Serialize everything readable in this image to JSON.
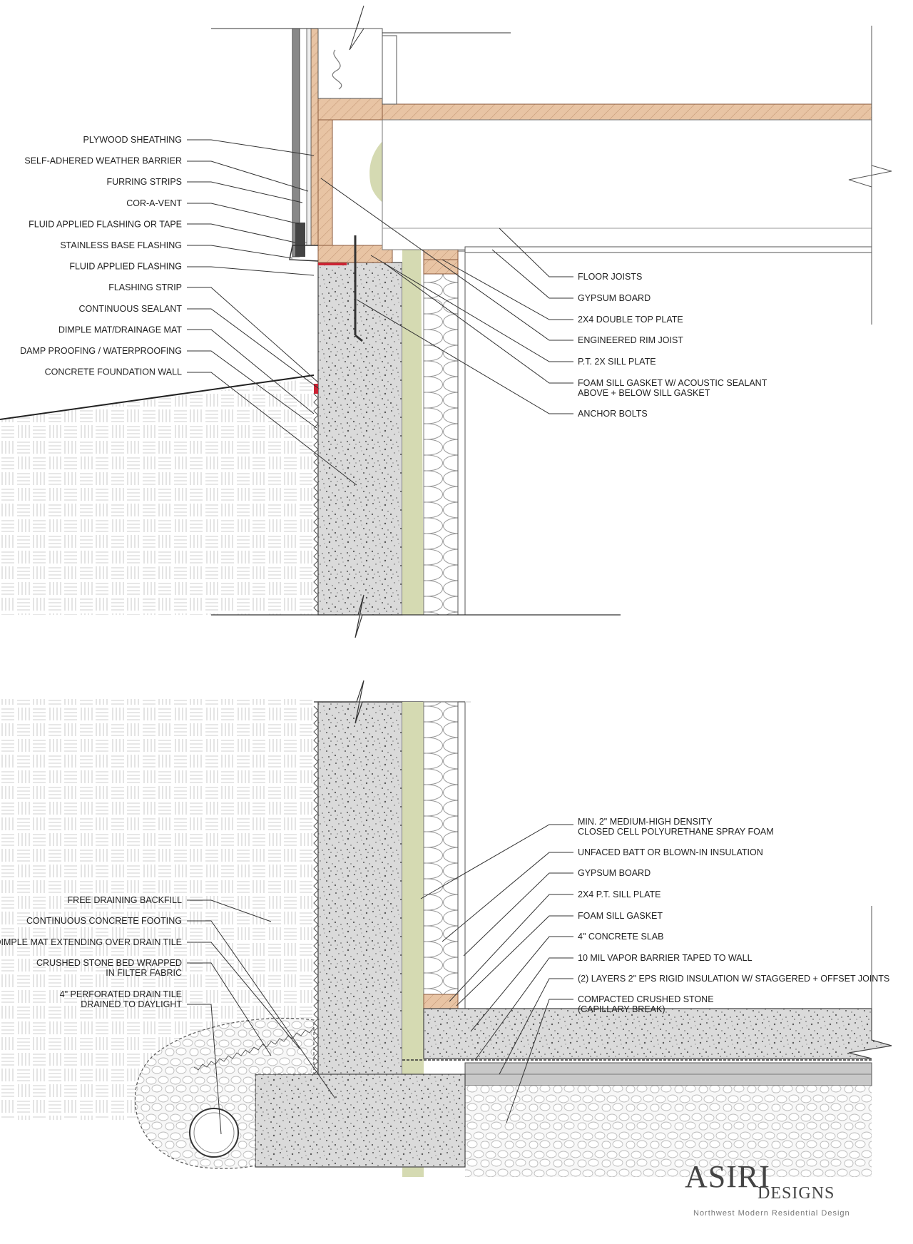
{
  "top_detail": {
    "left_labels": [
      "PLYWOOD SHEATHING",
      "SELF-ADHERED WEATHER BARRIER",
      "FURRING STRIPS",
      "COR-A-VENT",
      "FLUID APPLIED FLASHING OR TAPE",
      "STAINLESS BASE FLASHING",
      "FLUID APPLIED FLASHING",
      "FLASHING STRIP",
      "CONTINUOUS SEALANT",
      "DIMPLE MAT/DRAINAGE MAT",
      "DAMP PROOFING / WATERPROOFING",
      "CONCRETE FOUNDATION WALL"
    ],
    "right_labels": [
      [
        "FLOOR JOISTS"
      ],
      [
        "GYPSUM BOARD"
      ],
      [
        "2X4 DOUBLE TOP PLATE"
      ],
      [
        "ENGINEERED RIM JOIST"
      ],
      [
        "P.T. 2X SILL PLATE"
      ],
      [
        "FOAM SILL GASKET W/ ACOUSTIC SEALANT",
        "ABOVE + BELOW SILL GASKET"
      ],
      [
        "ANCHOR BOLTS"
      ]
    ]
  },
  "bottom_detail": {
    "left_labels": [
      [
        "FREE DRAINING BACKFILL"
      ],
      [
        "CONTINUOUS CONCRETE FOOTING"
      ],
      [
        "DIMPLE MAT EXTENDING OVER DRAIN TILE"
      ],
      [
        "CRUSHED STONE BED WRAPPED",
        "IN FILTER FABRIC"
      ],
      [
        "4\" PERFORATED DRAIN TILE",
        "DRAINED TO DAYLIGHT"
      ]
    ],
    "right_labels": [
      [
        "MIN. 2\" MEDIUM-HIGH DENSITY",
        "CLOSED CELL POLYURETHANE SPRAY FOAM"
      ],
      [
        "UNFACED BATT OR BLOWN-IN INSULATION"
      ],
      [
        "GYPSUM BOARD"
      ],
      [
        "2X4 P.T. SILL PLATE"
      ],
      [
        "FOAM SILL GASKET"
      ],
      [
        "4\" CONCRETE SLAB"
      ],
      [
        "10 MIL VAPOR BARRIER TAPED TO WALL"
      ],
      [
        "(2) LAYERS 2\" EPS RIGID INSULATION W/ STAGGERED + OFFSET JOINTS"
      ],
      [
        "COMPACTED CRUSHED STONE",
        "(CAPILLARY BREAK)"
      ]
    ]
  },
  "brand": {
    "name": "ASIRI",
    "sub": "DESIGNS",
    "tagline": "Northwest Modern Residential Design"
  },
  "colors": {
    "wood": "#e8c4a4",
    "wood_stroke": "#8a5a3c",
    "spray_foam": "#d5dab2",
    "concrete": "#d9d9d9",
    "soil_pattern": "#c9c9c9",
    "stone": "#f4f4f4",
    "eps": "#c8c8c8",
    "sealant_red": "#cc2233"
  }
}
